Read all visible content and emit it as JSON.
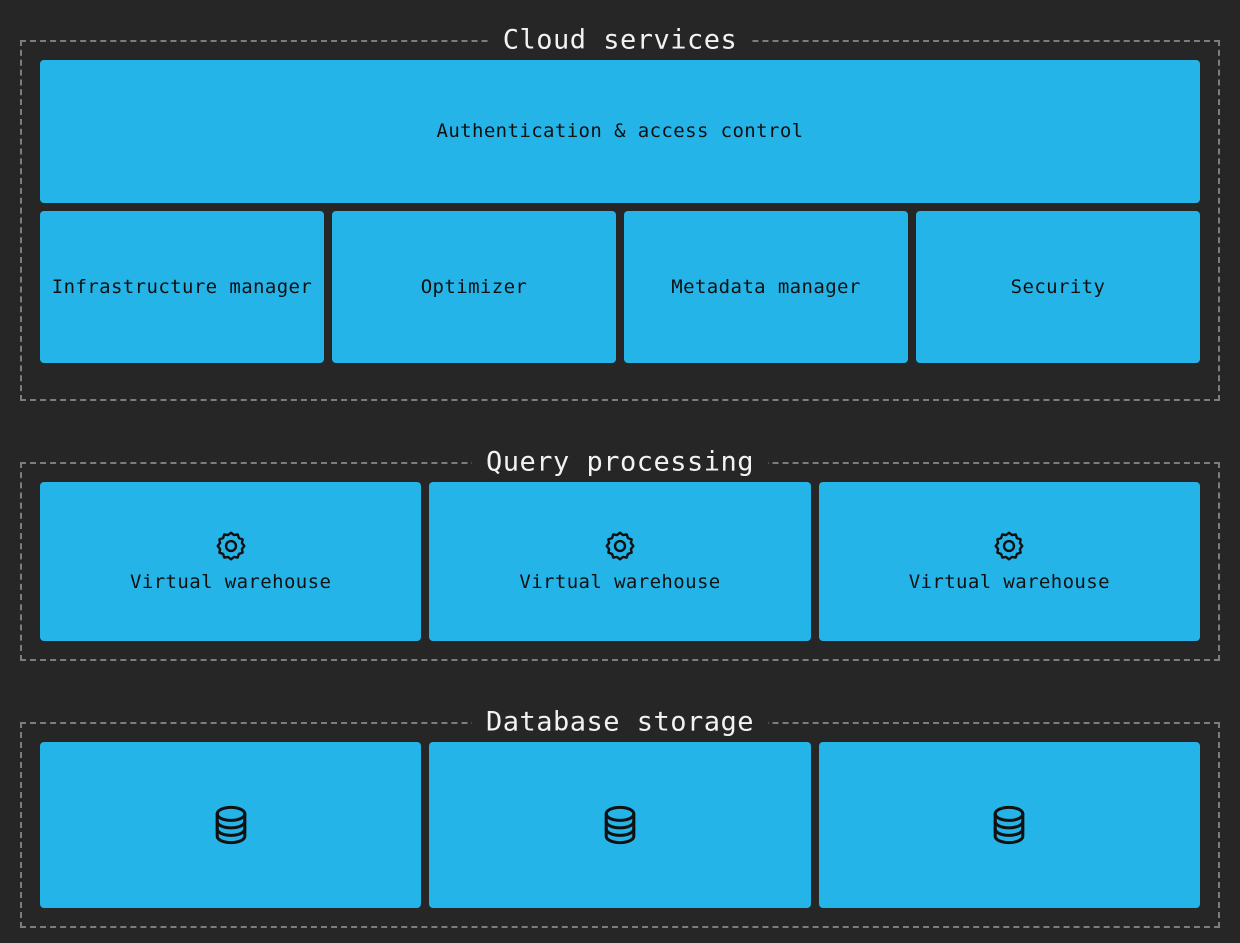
{
  "theme": {
    "background": "#262626",
    "accent": "#25b4e8",
    "border": "#7d7d7d",
    "title_text": "#f2f2f2",
    "node_text": "#111111"
  },
  "sections": [
    {
      "id": "cloud-services",
      "title": "Cloud services",
      "auth": {
        "label": "Authentication & access control"
      },
      "services": [
        {
          "label": "Infrastructure manager"
        },
        {
          "label": "Optimizer"
        },
        {
          "label": "Metadata manager"
        },
        {
          "label": "Security"
        }
      ]
    },
    {
      "id": "query-processing",
      "title": "Query processing",
      "warehouses": [
        {
          "label": "Virtual warehouse",
          "icon": "gear-icon"
        },
        {
          "label": "Virtual warehouse",
          "icon": "gear-icon"
        },
        {
          "label": "Virtual warehouse",
          "icon": "gear-icon"
        }
      ]
    },
    {
      "id": "database-storage",
      "title": "Database storage",
      "stores": [
        {
          "icon": "database-icon"
        },
        {
          "icon": "database-icon"
        },
        {
          "icon": "database-icon"
        }
      ]
    }
  ]
}
